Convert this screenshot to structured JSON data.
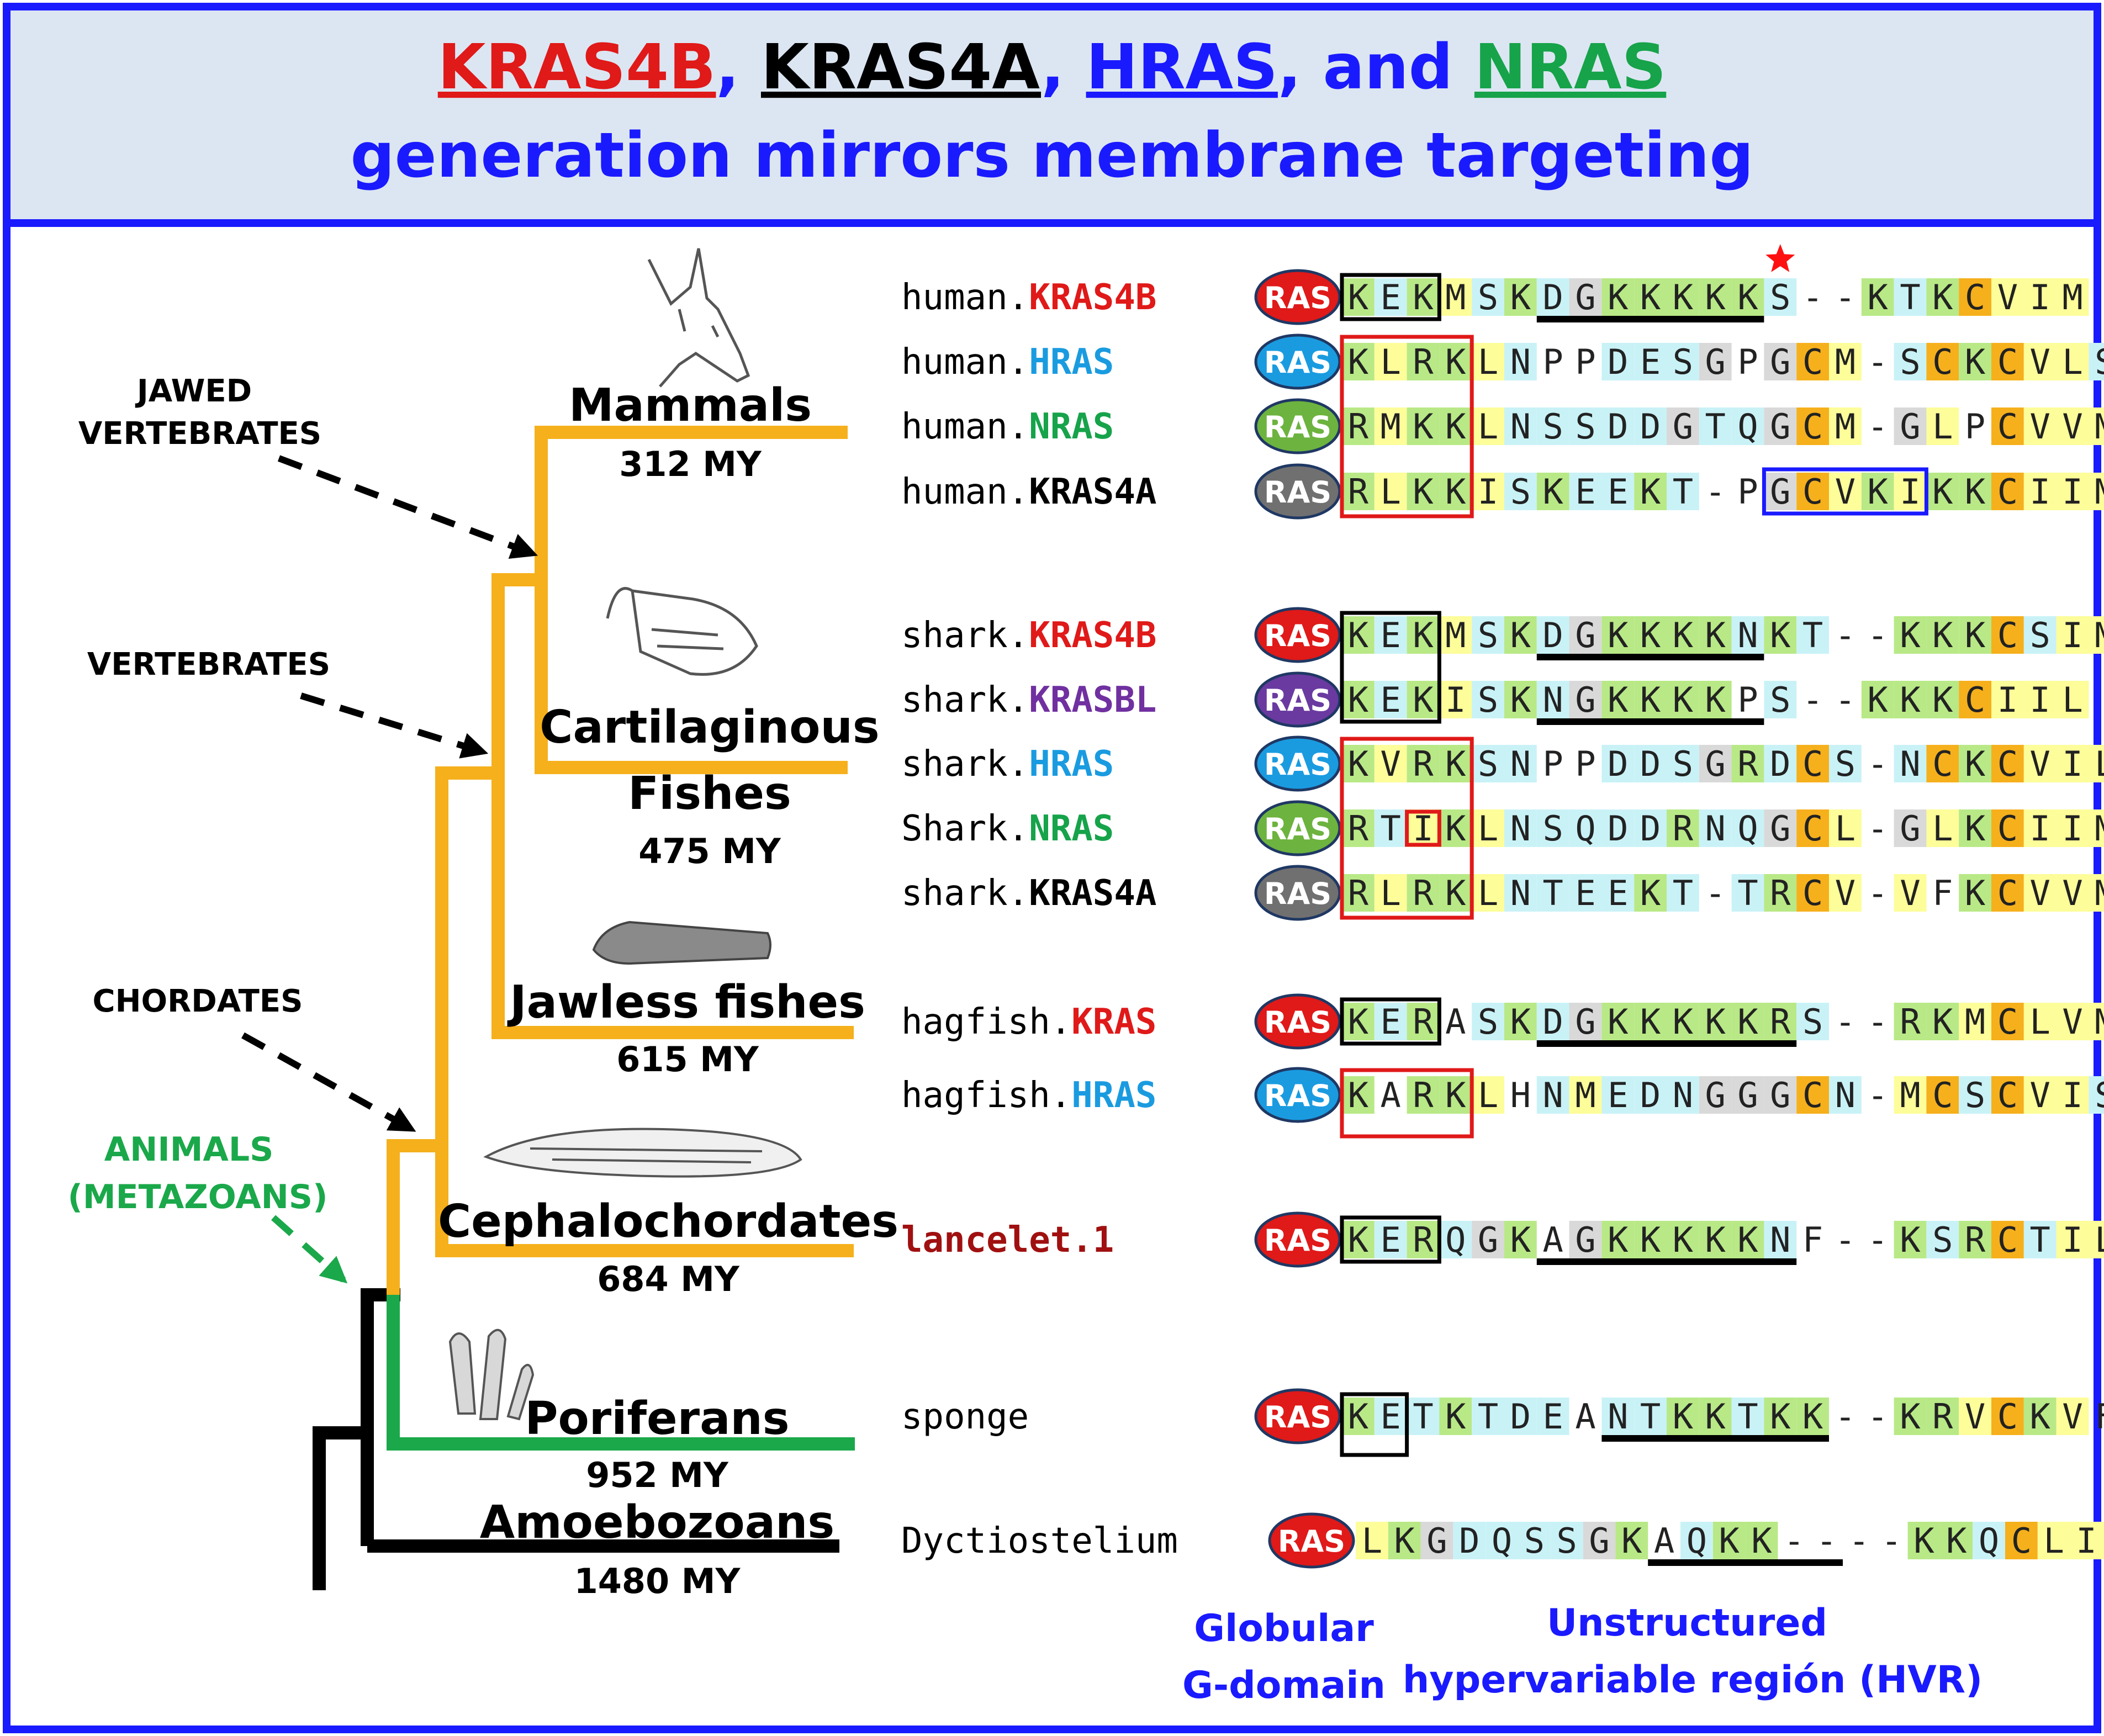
{
  "title": {
    "genes": [
      {
        "text": "KRAS4B",
        "color": "#e01919"
      },
      {
        "text": ", ",
        "color": "#1a1aff"
      },
      {
        "text": "KRAS4A",
        "color": "#000000"
      },
      {
        "text": ", ",
        "color": "#1a1aff"
      },
      {
        "text": "HRAS",
        "color": "#1a1aff"
      },
      {
        "text": ", and ",
        "color": "#1a1aff"
      },
      {
        "text": "NRAS",
        "color": "#16a34a"
      }
    ],
    "line2": "generation mirrors membrane targeting"
  },
  "arrow_labels": {
    "jawed_1": "JAWED",
    "jawed_2": "VERTEBRATES",
    "vertebrates": "VERTEBRATES",
    "chordates": "CHORDATES",
    "animals_1": "ANIMALS",
    "animals_2": "(METAZOANS)"
  },
  "clades": [
    {
      "name": "Mammals",
      "age": "312 MY"
    },
    {
      "name": "Cartilaginous",
      "name2": "Fishes",
      "age": "475 MY"
    },
    {
      "name": "Jawless fishes",
      "age": "615 MY"
    },
    {
      "name": "Cephalochordates",
      "age": "684 MY"
    },
    {
      "name": "Poriferans",
      "age": "952 MY"
    },
    {
      "name": "Amoebozoans",
      "age": "1480 MY"
    }
  ],
  "ras_badge": "RAS",
  "sequences": [
    {
      "species": "human.",
      "gene": "KRAS4B",
      "gene_color": "#e01919",
      "badge": "#e01919",
      "seq": "KEKMSKDGKKKKKS--KTKCVIM"
    },
    {
      "species": "human.",
      "gene": "HRAS",
      "gene_color": "#1a9be0",
      "badge": "#1a9be0",
      "seq": "KLRKLNPPDESGPGCM-SCKCVLS"
    },
    {
      "species": "human.",
      "gene": "NRAS",
      "gene_color": "#16a34a",
      "badge": "#6db33f",
      "seq": "RMKKLNSSDDGTQGCM-GLPCVVM"
    },
    {
      "species": "human.",
      "gene": "KRAS4A",
      "gene_color": "#000000",
      "badge": "#707070",
      "seq": "RLKKISKEEKT-PGCVKIKKCIIM"
    },
    {
      "species": "shark.",
      "gene": "KRAS4B",
      "gene_color": "#e01919",
      "badge": "#e01919",
      "seq": "KEKMSKDGKKKKNKT--KKKCSIM"
    },
    {
      "species": "shark.",
      "gene": "KRASBL",
      "gene_color": "#7030a0",
      "badge": "#6a3aa0",
      "seq": "KEKISKNGKKKKPS--KKKCIIL"
    },
    {
      "species": "shark.",
      "gene": "HRAS",
      "gene_color": "#1a9be0",
      "badge": "#1a9be0",
      "seq": "KVRKSNPPDDSGRDCS-NCKCVIL"
    },
    {
      "species": "Shark.",
      "gene": "NRAS",
      "gene_color": "#16a34a",
      "badge": "#6db33f",
      "seq": "RTIKLNSQDDRNQGCL-GLKCIIM"
    },
    {
      "species": "shark.",
      "gene": "KRAS4A",
      "gene_color": "#000000",
      "badge": "#707070",
      "seq": "RLRKLNTEEKT-TRCV-VFKCVVM"
    },
    {
      "species": "hagfish.",
      "gene": "KRAS",
      "gene_color": "#e01919",
      "badge": "#e01919",
      "seq": "KERASKDGKKKKKRS--RKMCLVM"
    },
    {
      "species": "hagfish.",
      "gene": "HRAS",
      "gene_color": "#1a9be0",
      "badge": "#1a9be0",
      "seq": "KARKLHNMEDNGGGCN-MCSCVIS"
    },
    {
      "species": "lancelet.1",
      "gene": "",
      "gene_color": "#a01010",
      "badge": "#e01919",
      "seq": "KERQGKAGKKKKKNF--KSRCTIL"
    },
    {
      "species": "sponge",
      "gene": "",
      "gene_color": "#000000",
      "badge": "#e01919",
      "seq": "KETKTDEANTKKTKK--KRVCKVF"
    },
    {
      "species": "Dyctiostelium",
      "gene": "",
      "gene_color": "#000000",
      "badge": "#e01919",
      "seq": "LKGDQSSGKAQKK----KKQCLIL"
    }
  ],
  "footer": {
    "globular_1": "Globular",
    "globular_2": "G-domain",
    "hvr_1": "Unstructured",
    "hvr_2": "hypervariable región (HVR)"
  },
  "colors": {
    "frame": "#1a1aff",
    "header_bg": "#dce6f2",
    "tree_vertebrate": "#f5b01c",
    "tree_sponge": "#1aa84a",
    "tree_root": "#000000",
    "cys": "#f5b01c",
    "basic": "#b8e986",
    "hydrophobic": "#fdfd9a",
    "polar": "#c9f2f7",
    "gly": "#d9d9d9",
    "star": "#ff1010"
  }
}
